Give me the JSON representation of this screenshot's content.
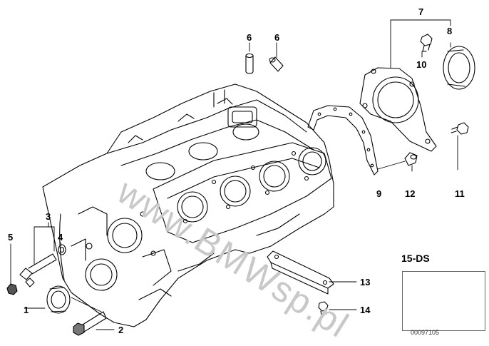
{
  "watermark": "www.BMWsp.pl",
  "callouts": {
    "c1": "1",
    "c2": "2",
    "c3": "3",
    "c4": "4",
    "c5": "5",
    "c6a": "6",
    "c6b": "6",
    "c7": "7",
    "c8": "8",
    "c9": "9",
    "c10": "10",
    "c11": "11",
    "c12": "12",
    "c13": "13",
    "c14": "14"
  },
  "model_code": "15-DS",
  "image_id": "00097105"
}
